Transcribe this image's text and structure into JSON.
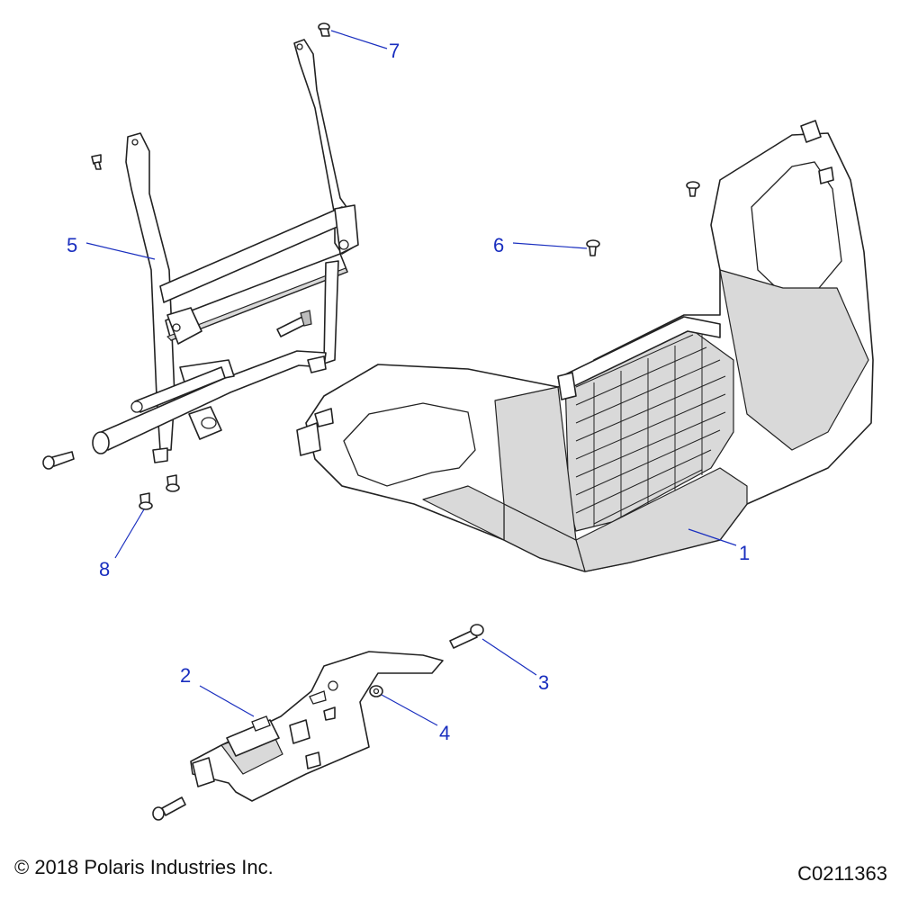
{
  "callouts": [
    {
      "num": "1"
    },
    {
      "num": "2"
    },
    {
      "num": "3"
    },
    {
      "num": "4"
    },
    {
      "num": "5"
    },
    {
      "num": "6"
    },
    {
      "num": "7"
    },
    {
      "num": "8"
    }
  ],
  "footer": {
    "copyright": "© 2018 Polaris Industries Inc.",
    "drawing_id": "C0211363"
  },
  "colors": {
    "callout": "#1a2fbf",
    "line": "#222222",
    "shade": "#d9d9d9"
  }
}
